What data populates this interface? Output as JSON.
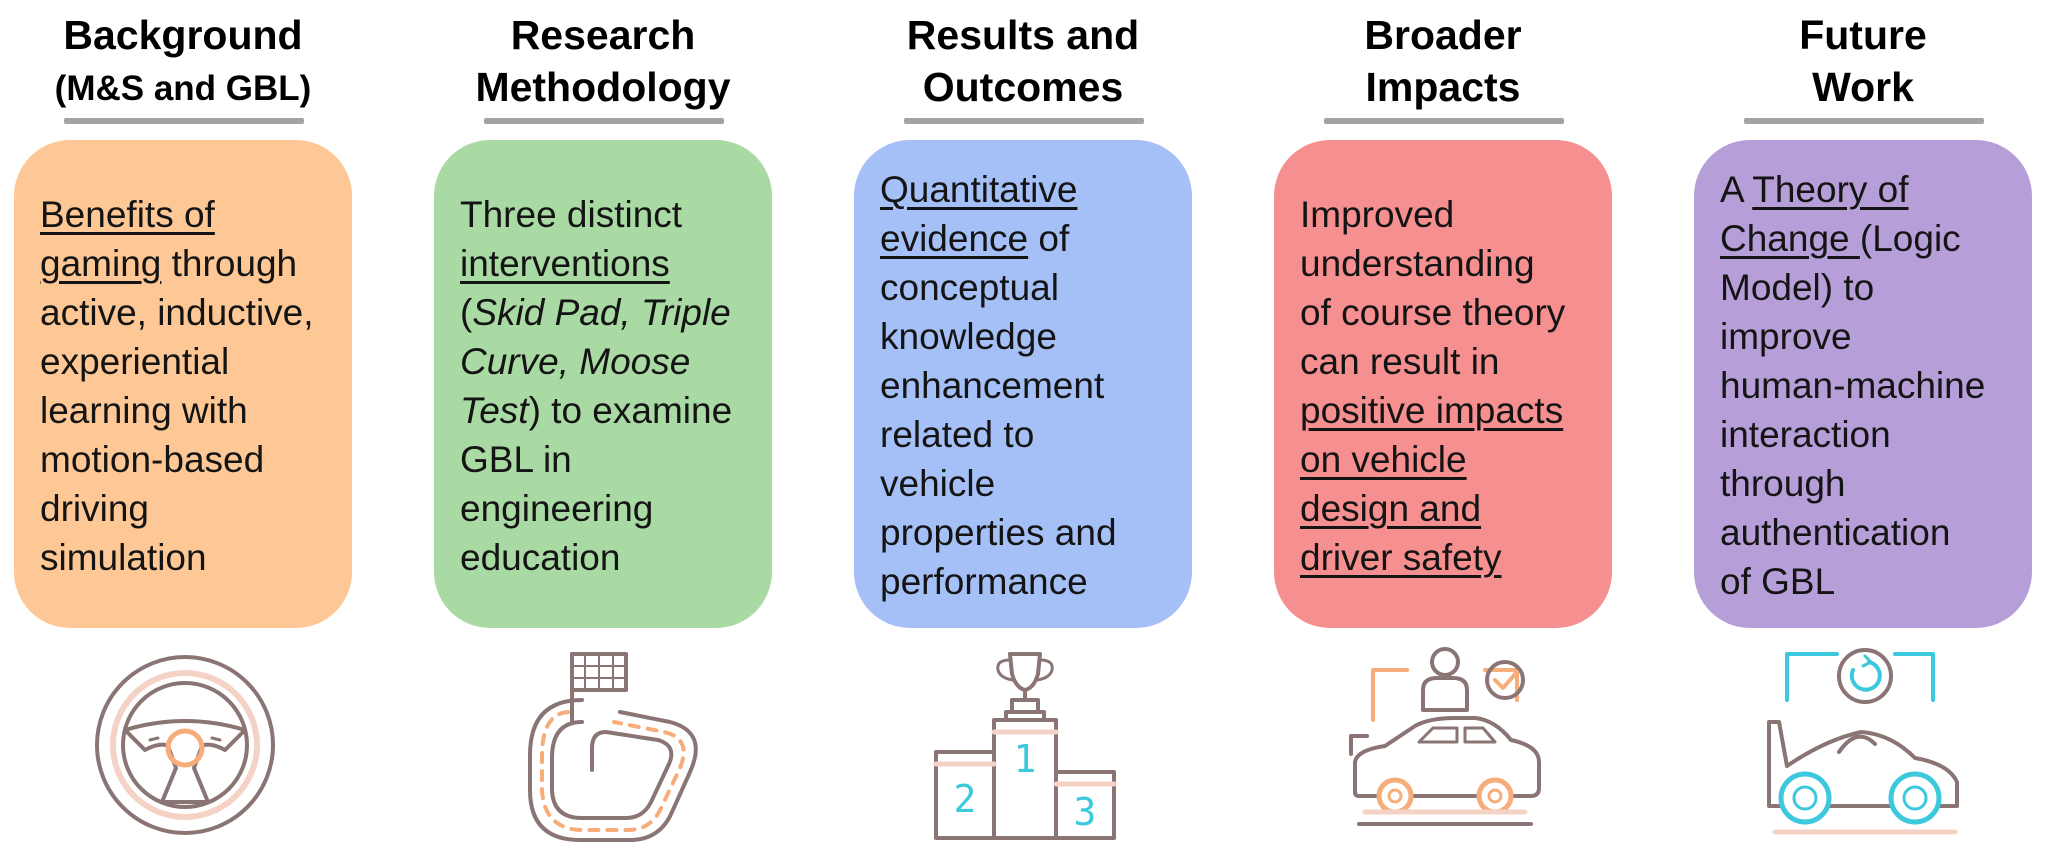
{
  "columns": [
    {
      "heading": [
        "Background",
        "(M&S and GBL)"
      ],
      "color": "#fdc895",
      "lines": [
        [
          {
            "t": "Benefits of",
            "u": true
          }
        ],
        [
          {
            "t": "gaming",
            "u": true
          },
          {
            "t": " through"
          }
        ],
        [
          {
            "t": "active, inductive,"
          }
        ],
        [
          {
            "t": "experiential"
          }
        ],
        [
          {
            "t": "learning with"
          }
        ],
        [
          {
            "t": "motion-based"
          }
        ],
        [
          {
            "t": "driving"
          }
        ],
        [
          {
            "t": "simulation"
          }
        ]
      ],
      "icon": "steering-wheel-icon"
    },
    {
      "heading": [
        "Research",
        "Methodology"
      ],
      "color": "#a9daa3",
      "lines": [
        [
          {
            "t": "Three distinct"
          }
        ],
        [
          {
            "t": "interventions",
            "u": true
          }
        ],
        [
          {
            "t": "("
          },
          {
            "t": "Skid Pad, Triple",
            "i": true
          }
        ],
        [
          {
            "t": "Curve, Moose",
            "i": true
          }
        ],
        [
          {
            "t": "Test",
            "i": true
          },
          {
            "t": ") to examine"
          }
        ],
        [
          {
            "t": "GBL in"
          }
        ],
        [
          {
            "t": "engineering"
          }
        ],
        [
          {
            "t": "education"
          }
        ]
      ],
      "icon": "race-track-icon"
    },
    {
      "heading": [
        "Results and",
        "Outcomes"
      ],
      "color": "#a5c0f6",
      "lines": [
        [
          {
            "t": "Quantitative",
            "u": true
          }
        ],
        [
          {
            "t": "evidence",
            "u": true
          },
          {
            "t": " of"
          }
        ],
        [
          {
            "t": "conceptual"
          }
        ],
        [
          {
            "t": "knowledge"
          }
        ],
        [
          {
            "t": "enhancement"
          }
        ],
        [
          {
            "t": "related to"
          }
        ],
        [
          {
            "t": "vehicle"
          }
        ],
        [
          {
            "t": "properties and"
          }
        ],
        [
          {
            "t": "performance"
          }
        ]
      ],
      "icon": "podium-trophy-icon"
    },
    {
      "heading": [
        "Broader",
        "Impacts"
      ],
      "color": "#f68f8f",
      "lines": [
        [
          {
            "t": "Improved"
          }
        ],
        [
          {
            "t": "understanding"
          }
        ],
        [
          {
            "t": "of course theory"
          }
        ],
        [
          {
            "t": "can result in"
          }
        ],
        [
          {
            "t": "positive impacts",
            "u": true
          }
        ],
        [
          {
            "t": "on vehicle",
            "u": true
          }
        ],
        [
          {
            "t": "design and",
            "u": true
          }
        ],
        [
          {
            "t": "driver safety",
            "u": true
          }
        ]
      ],
      "icon": "car-driver-safety-icon"
    },
    {
      "heading": [
        "Future",
        "Work"
      ],
      "color": "#b69fd8",
      "lines": [
        [
          {
            "t": "A "
          },
          {
            "t": "Theory of",
            "u": true
          }
        ],
        [
          {
            "t": "Change ",
            "u": true
          },
          {
            "t": "(Logic"
          }
        ],
        [
          {
            "t": "Model) to"
          }
        ],
        [
          {
            "t": "improve"
          }
        ],
        [
          {
            "t": "human-machine"
          }
        ],
        [
          {
            "t": "interaction"
          }
        ],
        [
          {
            "t": "through"
          }
        ],
        [
          {
            "t": "authentication"
          }
        ],
        [
          {
            "t": "of GBL"
          }
        ]
      ],
      "icon": "race-car-cycle-icon"
    }
  ],
  "podium": {
    "first": "1",
    "second": "2",
    "third": "3"
  },
  "icon_colors": {
    "outline": "#8a7474",
    "accent_orange": "#f6ad7a",
    "accent_cyan": "#3cc8dd",
    "accent_soft": "#f4d2c5"
  }
}
